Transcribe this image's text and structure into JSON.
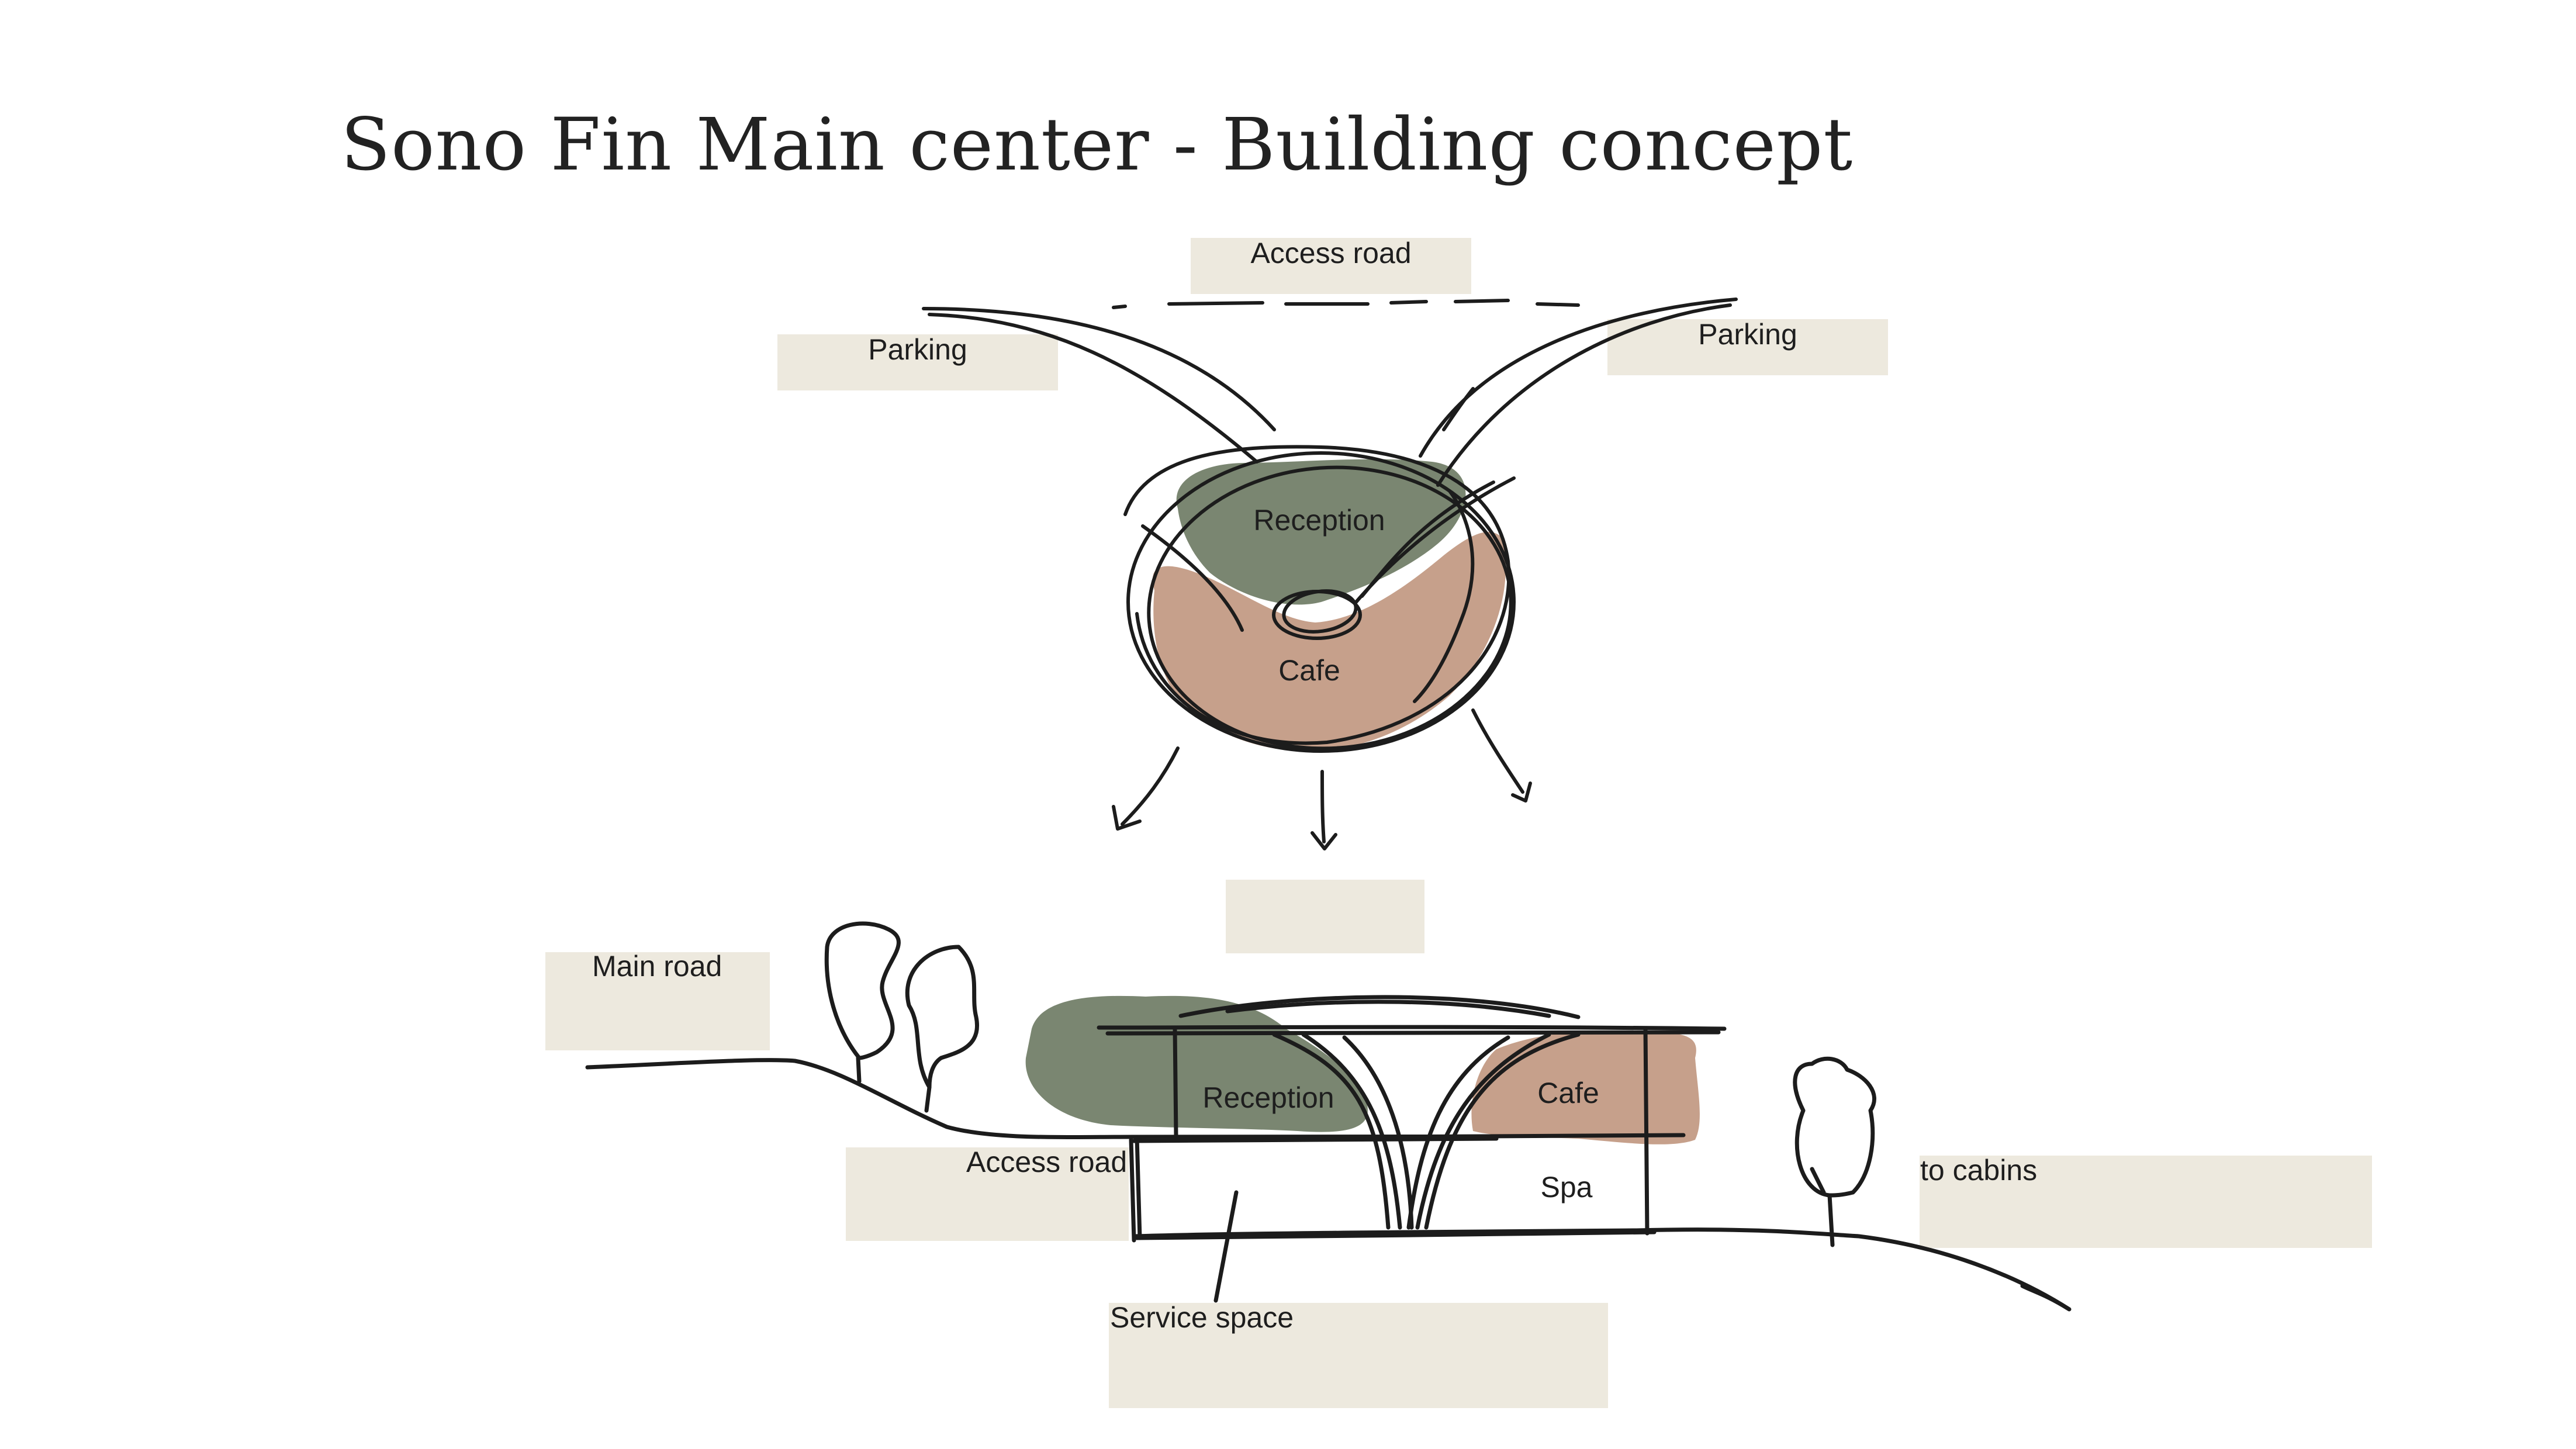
{
  "title": "Sono Fin Main center - Building concept",
  "colors": {
    "tag_fill": "#ede9de",
    "reception_green": "#7a8671",
    "cafe_terracotta": "#c6a08b",
    "ink": "#1c1c1c"
  },
  "plan": {
    "access_road": "Access road",
    "parking_left": "Parking",
    "parking_right": "Parking",
    "reception": "Reception",
    "cafe": "Cafe"
  },
  "section": {
    "main_road": "Main road",
    "reception": "Reception",
    "cafe": "Cafe",
    "access_road": "Access road",
    "spa": "Spa",
    "to_cabins": "to cabins",
    "service_space": "Service space"
  }
}
